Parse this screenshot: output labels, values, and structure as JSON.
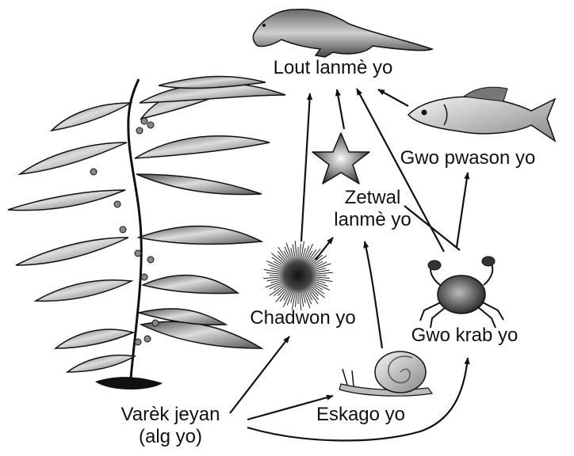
{
  "diagram": {
    "nodes": {
      "sea_otters": {
        "label": "Lout lanmè yo",
        "icon": "sea-otter-icon"
      },
      "large_fish": {
        "label": "Gwo pwason yo",
        "icon": "fish-icon"
      },
      "sea_stars": {
        "line1": "Zetwal",
        "line2": "lanmè yo",
        "icon": "sea-star-icon"
      },
      "sea_urchins": {
        "label": "Chadwon yo",
        "icon": "sea-urchin-icon"
      },
      "large_crabs": {
        "label": "Gwo krab yo",
        "icon": "crab-icon"
      },
      "sea_snails": {
        "label": "Eskago yo",
        "icon": "snail-icon"
      },
      "giant_kelp": {
        "line1": "Varèk jeyan",
        "line2": "(alg yo)",
        "icon": "kelp-icon"
      }
    },
    "arrows": [
      {
        "from": "Varèk jeyan",
        "to": "Chadwon yo"
      },
      {
        "from": "Varèk jeyan",
        "to": "Eskago yo"
      },
      {
        "from": "Varèk jeyan",
        "to": "Gwo krab yo"
      },
      {
        "from": "Chadwon yo",
        "to": "Lout lanmè yo"
      },
      {
        "from": "Chadwon yo",
        "to": "Zetwal lanmè yo"
      },
      {
        "from": "Eskago yo",
        "to": "Zetwal lanmè yo"
      },
      {
        "from": "Zetwal lanmè yo",
        "to": "Lout lanmè yo"
      },
      {
        "from": "Gwo krab yo",
        "to": "Lout lanmè yo"
      },
      {
        "from": "Gwo krab yo",
        "to": "Gwo pwason yo"
      },
      {
        "from": "Gwo pwason yo",
        "to": "Lout lanmè yo"
      }
    ],
    "colors": {
      "ink": "#111111",
      "background": "#ffffff"
    }
  }
}
